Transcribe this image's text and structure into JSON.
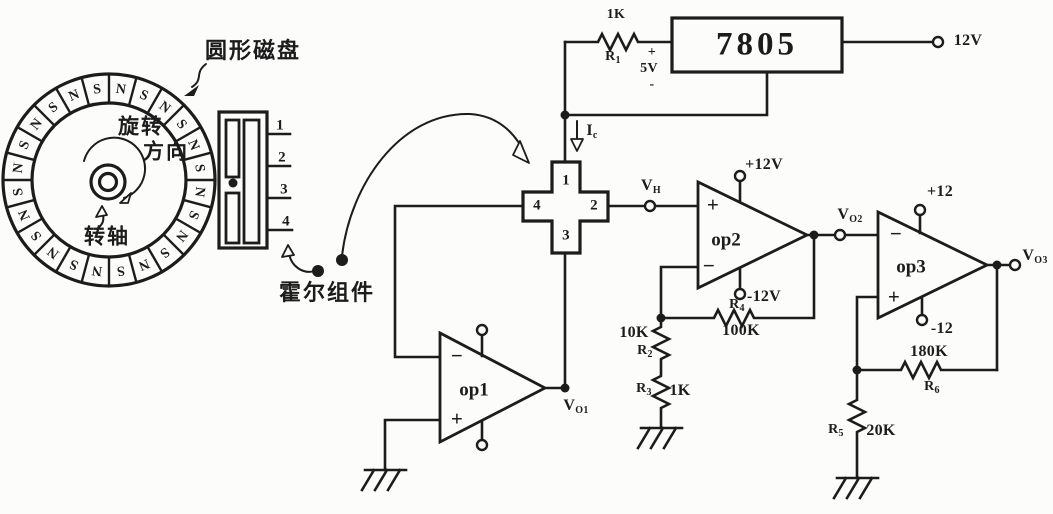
{
  "colors": {
    "ink": "#1c1c1c",
    "paper": "#fcfcfb"
  },
  "disk": {
    "label": "圆形磁盘",
    "rotation_line1": "旋转",
    "rotation_line2": "方向",
    "shaft_label": "转轴",
    "pole_sequence": [
      "N",
      "S",
      "N",
      "S",
      "N",
      "S",
      "N",
      "S",
      "N",
      "S",
      "N",
      "S",
      "N",
      "S",
      "N",
      "S",
      "N",
      "S",
      "N",
      "S",
      "N",
      "S",
      "N",
      "S"
    ]
  },
  "hall_package": {
    "label": "霍尔组件",
    "pins": [
      "1",
      "2",
      "3",
      "4"
    ]
  },
  "hall_cross": {
    "pin_top": "1",
    "pin_right": "2",
    "pin_bottom": "3",
    "pin_left": "4"
  },
  "nets": {
    "ic": {
      "base": "I",
      "sub": "c"
    },
    "vh": {
      "base": "V",
      "sub": "H"
    },
    "vo1": {
      "base": "V",
      "sub": "O1"
    },
    "vo2": {
      "base": "V",
      "sub": "O2"
    },
    "vo3": {
      "base": "V",
      "sub": "O3"
    }
  },
  "regulator": {
    "label": "7805",
    "out_plus": "+",
    "out_voltage": "5V",
    "out_minus": "-",
    "supply": "12V"
  },
  "resistors": {
    "r1": {
      "name": "R",
      "sub": "1",
      "value": "1K"
    },
    "r2": {
      "name": "R",
      "sub": "2",
      "value": "10K"
    },
    "r3": {
      "name": "R",
      "sub": "3",
      "value": "1K"
    },
    "r4": {
      "name": "R",
      "sub": "4",
      "value": "100K"
    },
    "r5": {
      "name": "R",
      "sub": "5",
      "value": "20K"
    },
    "r6": {
      "name": "R",
      "sub": "6",
      "value": "180K"
    }
  },
  "opamps": {
    "op1": {
      "name": "op1",
      "plus": "+",
      "minus": "−"
    },
    "op2": {
      "name": "op2",
      "plus": "+",
      "minus": "−",
      "v_plus": "+12V",
      "v_minus": "-12V"
    },
    "op3": {
      "name": "op3",
      "plus": "+",
      "minus": "−",
      "v_plus": "+12",
      "v_minus": "-12"
    }
  }
}
